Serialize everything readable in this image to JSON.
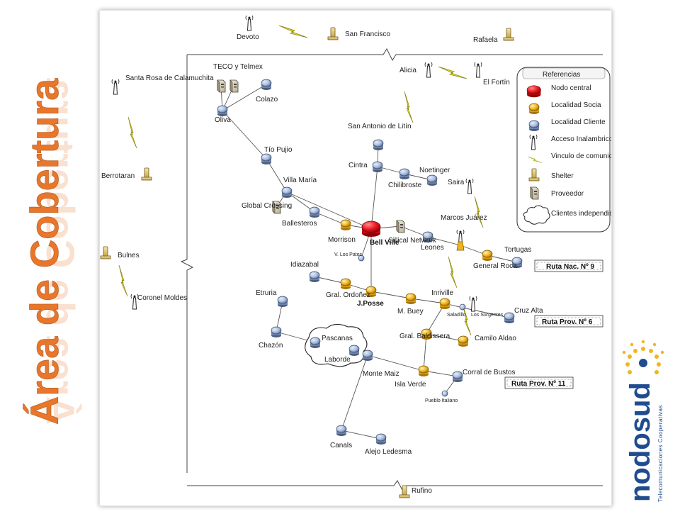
{
  "title": "Área de Cobertura",
  "logo": {
    "name": "nodosud",
    "tagline": "Telecomunicaciones Cooperativas"
  },
  "legend": {
    "title": "Referencias",
    "items": [
      {
        "label": "Nodo central",
        "icon": "central-node-icon"
      },
      {
        "label": "Localidad Socia",
        "icon": "member-locality-icon"
      },
      {
        "label": "Localidad Cliente",
        "icon": "client-locality-icon"
      },
      {
        "label": "Acceso Inalambrico",
        "icon": "wireless-access-icon"
      },
      {
        "label": "Vinculo de comunicación",
        "icon": "communication-link-icon"
      },
      {
        "label": "Shelter",
        "icon": "shelter-icon"
      },
      {
        "label": "Proveedor",
        "icon": "provider-icon"
      },
      {
        "label": "Clientes independientes",
        "icon": "cloud-icon"
      }
    ]
  },
  "routes": [
    "Ruta Nac. Nº 9",
    "Ruta Prov. Nº 6",
    "Ruta Prov. Nº 11"
  ],
  "places": {
    "devoto": "Devoto",
    "san_francisco": "San Francisco",
    "rafaela": "Rafaela",
    "alicia": "Alicia",
    "el_fortin": "El Fortín",
    "santa_rosa": "Santa Rosa de Calamuchita",
    "berrotaran": "Berrotaran",
    "bulnes": "Bulnes",
    "coronel_moldes": "Coronel Moldes",
    "teco": "TECO y Telmex",
    "colazo": "Colazo",
    "oliva": "Oliva",
    "tio_pujio": "Tío Pujio",
    "villa_maria": "Villa María",
    "global_crossing": "Global Crossing",
    "ballesteros": "Ballesteros",
    "san_antonio": "San Antonio de Litín",
    "cintra": "Cintra",
    "noetinger": "Noetinger",
    "chilibroste": "Chilibroste",
    "saira": "Saira",
    "marcos_juarez": "Marcos Juárez",
    "morrison": "Morrison",
    "bell_ville": "Bell Ville",
    "sillical": "Sillical Network",
    "leones": "Leones",
    "tortugas": "Tortugas",
    "general_roca": "General Roca",
    "los_patos": "V. Los Patos",
    "idiazabal": "Idiazabal",
    "gral_ordonez": "Gral. Ordoñez",
    "j_posse": "J.Posse",
    "m_buey": "M. Buey",
    "inriville": "Inriville",
    "saladillo": "Saladillo",
    "los_surgentes": "Los Surgentes",
    "cruz_alta": "Cruz Alta",
    "etruria": "Etruria",
    "chazon": "Chazón",
    "pascanas": "Pascanas",
    "laborde": "Laborde",
    "gral_baldissera": "Gral. Baldissera",
    "camilo_aldao": "Camilo Aldao",
    "monte_maiz": "Monte Maiz",
    "isla_verde": "Isla Verde",
    "corral_de_bustos": "Corral de Bustos",
    "pueblo_italiano": "Pueblo Italiano",
    "canals": "Canals",
    "alejo_ledesma": "Alejo Ledesma",
    "rufino": "Rufino"
  },
  "colors": {
    "title": "#e8762b",
    "central": "#e8121c",
    "member": "#f0b41e",
    "client": "#a9bddf",
    "bolt": "#e6e020",
    "logo_blue": "#1f4b8f",
    "logo_yellow": "#f3b51b"
  }
}
